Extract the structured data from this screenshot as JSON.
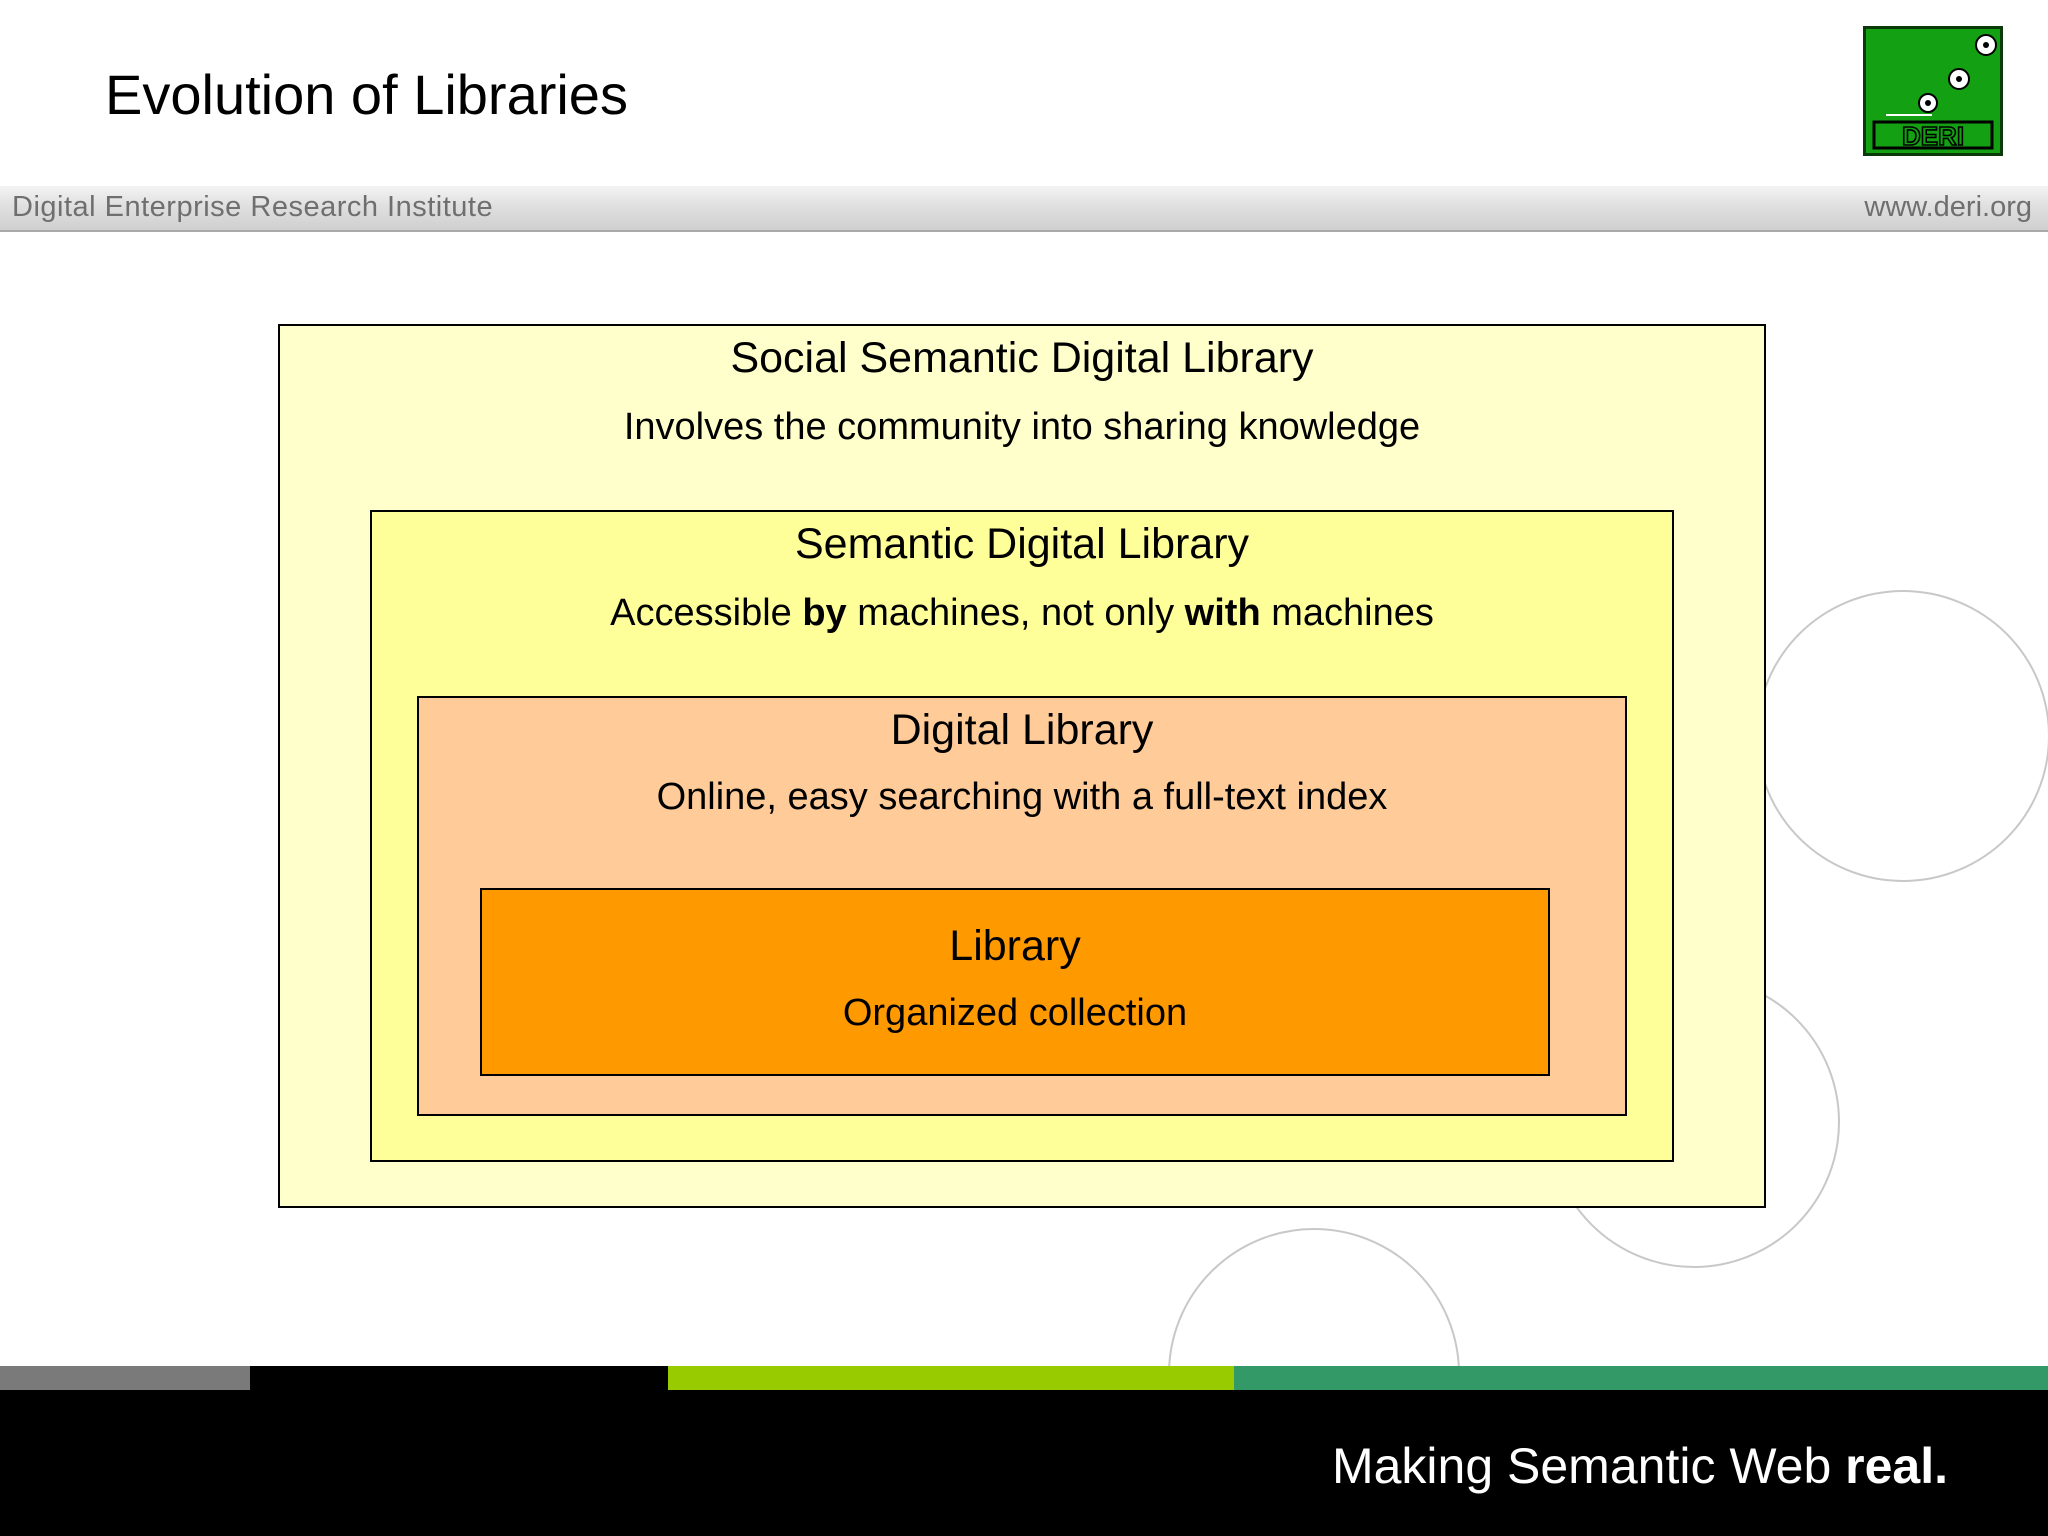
{
  "slide": {
    "title": "Evolution of Libraries"
  },
  "banner": {
    "left_text": "Digital Enterprise Research Institute",
    "right_text": "www.deri.org"
  },
  "logo": {
    "text": "DERI",
    "icon": "deri-logo-icon",
    "colors": {
      "background": "#13a113",
      "foreground": "#ffffff"
    }
  },
  "diagram": {
    "boxes": [
      {
        "id": "social",
        "title": "Social Semantic Digital Library",
        "description": "Involves the community into sharing knowledge",
        "color": "#ffffcc"
      },
      {
        "id": "semantic",
        "title": "Semantic Digital Library",
        "description_parts": [
          "Accessible ",
          "by",
          " machines, not only ",
          "with",
          " machines"
        ],
        "color": "#ffff99"
      },
      {
        "id": "digital",
        "title": "Digital Library",
        "description": "Online, easy searching with a full-text index",
        "color": "#ffcc99"
      },
      {
        "id": "library",
        "title": "Library",
        "description": "Organized collection",
        "color": "#ff9900"
      }
    ]
  },
  "footer": {
    "slogan_regular": "Making Semantic Web ",
    "slogan_bold": "real.",
    "bar_colors": [
      "#7a7a7a",
      "#000000",
      "#99cc00",
      "#339966"
    ]
  }
}
